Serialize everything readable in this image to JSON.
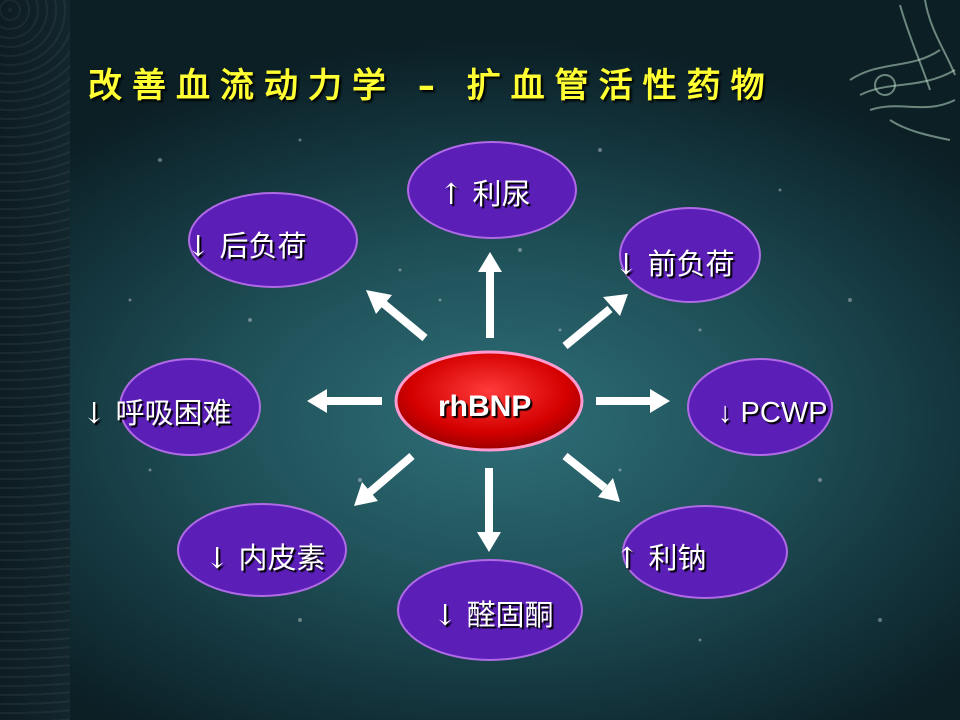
{
  "slide": {
    "title": "改善血流动力学 – 扩血管活性药物",
    "center": {
      "label": "rhBNP",
      "fill": "#cc0000"
    },
    "node_fill": "#5b1fb8",
    "node_stroke": "#b06ae6",
    "arrow_color": "#ffffff",
    "title_color": "#ffff33",
    "nodes": [
      {
        "id": "diuresis",
        "label": "↑ 利尿"
      },
      {
        "id": "preload",
        "label": "↓ 前负荷"
      },
      {
        "id": "pcwp",
        "label": "↓ PCWP"
      },
      {
        "id": "natriuresis",
        "label": "↑ 利钠"
      },
      {
        "id": "aldosterone",
        "label": "↓ 醛固酮"
      },
      {
        "id": "endothelin",
        "label": "↓ 内皮素"
      },
      {
        "id": "dyspnea",
        "label": "↓ 呼吸困难"
      },
      {
        "id": "afterload",
        "label": "↓ 后负荷"
      }
    ]
  }
}
